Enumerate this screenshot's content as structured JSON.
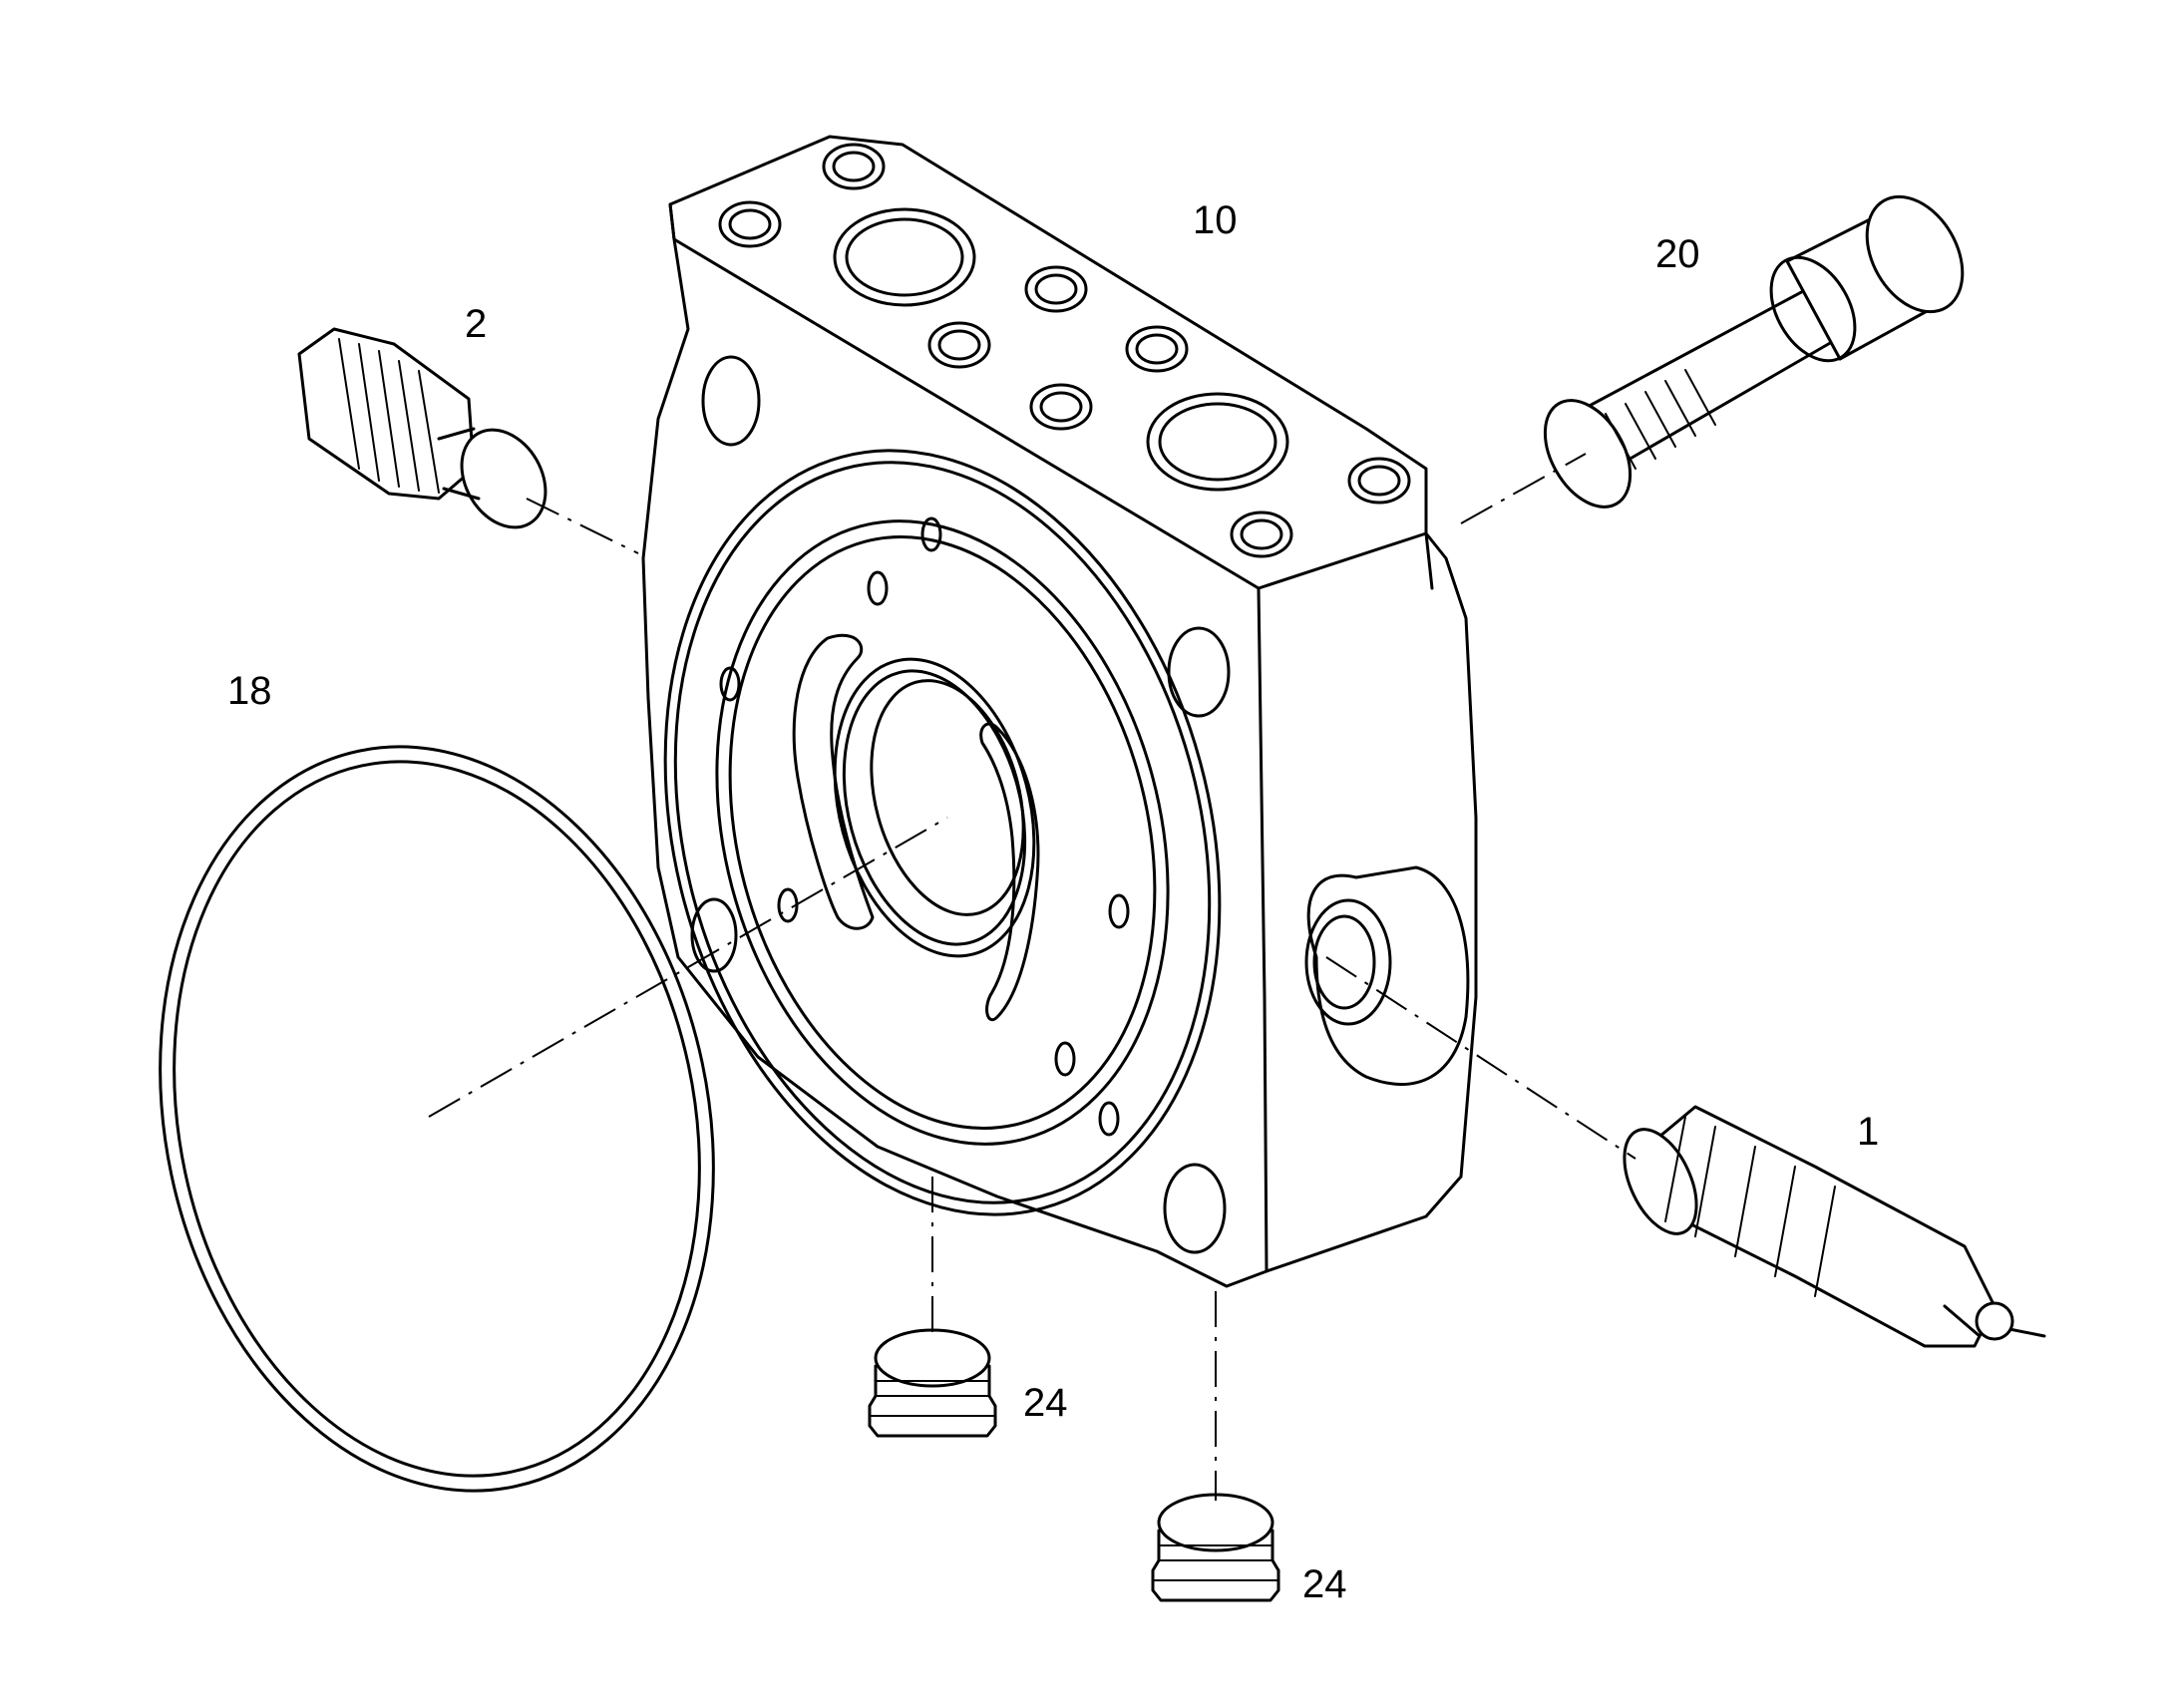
{
  "callouts": {
    "housing": "10",
    "bolt": "20",
    "relief_valve_left": "2",
    "o_ring": "18",
    "cartridge_valve_right": "1",
    "plug_left": "24",
    "plug_bottom": "24"
  }
}
